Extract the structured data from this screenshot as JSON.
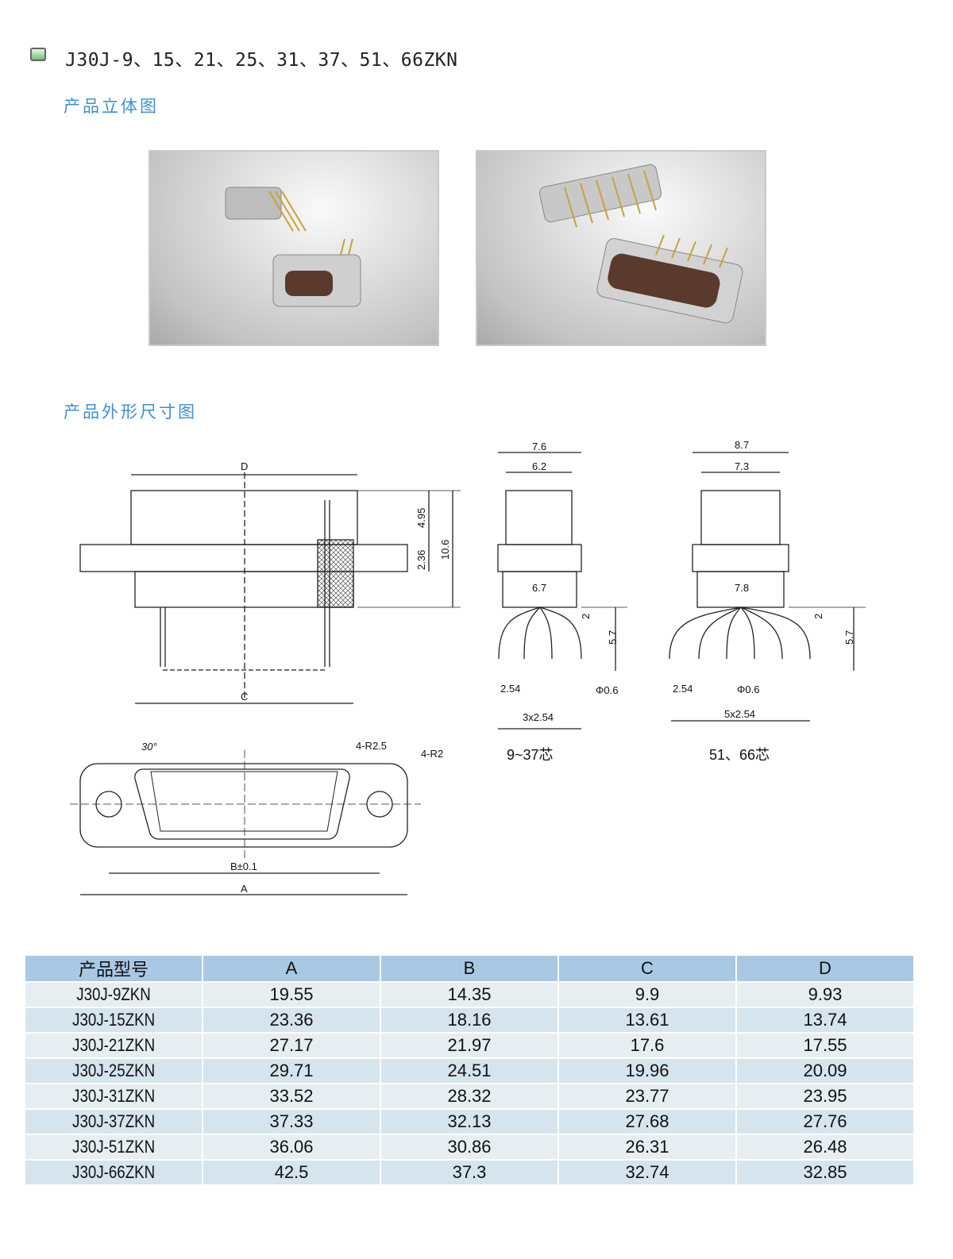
{
  "header": {
    "title": "J30J-9、15、21、25、31、37、51、66ZKN"
  },
  "sections": {
    "photos": "产品立体图",
    "dimensions": "产品外形尺寸图"
  },
  "drawings": {
    "side": {
      "D": "D",
      "C": "C",
      "h1": "4.95",
      "h2": "2.36",
      "h3": "10.6"
    },
    "front": {
      "angle": "30°",
      "r1": "4-R2.5",
      "r2": "4-R2",
      "B": "B±0.1",
      "A": "A"
    },
    "pins_a": {
      "w1": "7.6",
      "w2": "6.2",
      "w3": "6.7",
      "v1": "2",
      "v2": "5.7",
      "p": "2.54",
      "d": "Φ0.6",
      "span": "3x2.54",
      "caption": "9~37芯"
    },
    "pins_b": {
      "w1": "8.7",
      "w2": "7.3",
      "w3": "7.8",
      "v1": "2",
      "v2": "5.7",
      "p": "2.54",
      "d": "Φ0.6",
      "span": "5x2.54",
      "caption": "51、66芯"
    }
  },
  "table": {
    "headers": [
      "产品型号",
      "A",
      "B",
      "C",
      "D"
    ],
    "rows": [
      [
        "J30J-9ZKN",
        "19.55",
        "14.35",
        "9.9",
        "9.93"
      ],
      [
        "J30J-15ZKN",
        "23.36",
        "18.16",
        "13.61",
        "13.74"
      ],
      [
        "J30J-21ZKN",
        "27.17",
        "21.97",
        "17.6",
        "17.55"
      ],
      [
        "J30J-25ZKN",
        "29.71",
        "24.51",
        "19.96",
        "20.09"
      ],
      [
        "J30J-31ZKN",
        "33.52",
        "28.32",
        "23.77",
        "23.95"
      ],
      [
        "J30J-37ZKN",
        "37.33",
        "32.13",
        "27.68",
        "27.76"
      ],
      [
        "J30J-51ZKN",
        "36.06",
        "30.86",
        "26.31",
        "26.48"
      ],
      [
        "J30J-66ZKN",
        "42.5",
        "37.3",
        "32.74",
        "32.85"
      ]
    ]
  }
}
